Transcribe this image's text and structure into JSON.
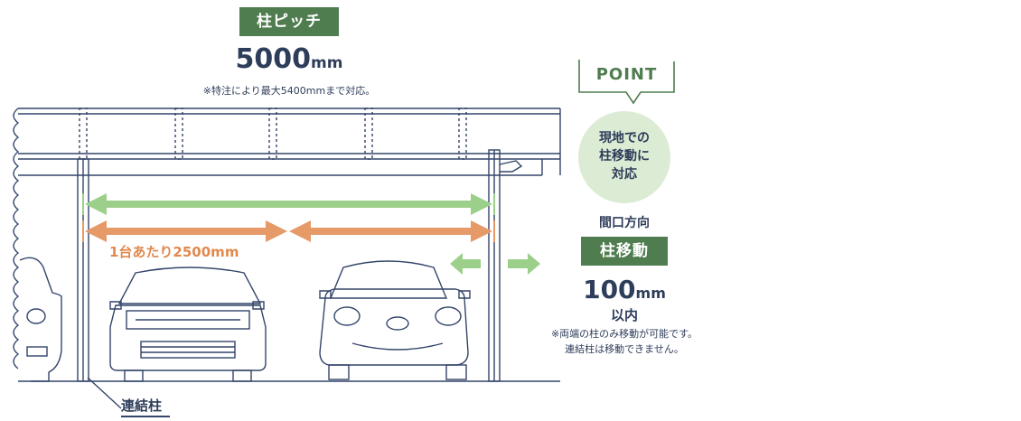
{
  "pitch": {
    "badge": "柱ピッチ",
    "value_num": "5000",
    "value_unit": "mm",
    "note": "※特注により最大5400mmまで対応。"
  },
  "span_label": "1台あたり2500mm",
  "joint_post_label": "連結柱",
  "point": {
    "tag": "POINT",
    "circle_line1": "現地での",
    "circle_line2": "柱移動に",
    "circle_line3": "対応",
    "direction": "間口方向",
    "badge": "柱移動",
    "amount_num": "100",
    "amount_unit": "mm",
    "amount_suffix": "以内",
    "note_line1": "※両端の柱のみ移動が可能です。",
    "note_line2": "連結柱は移動できません。"
  },
  "colors": {
    "badge_green": "#4f7d4f",
    "arrow_green": "#9ccf8a",
    "arrow_orange": "#e59a68",
    "circle_green": "#dcebd4",
    "line_navy": "#33456a",
    "text_navy": "#2e3d5a"
  }
}
